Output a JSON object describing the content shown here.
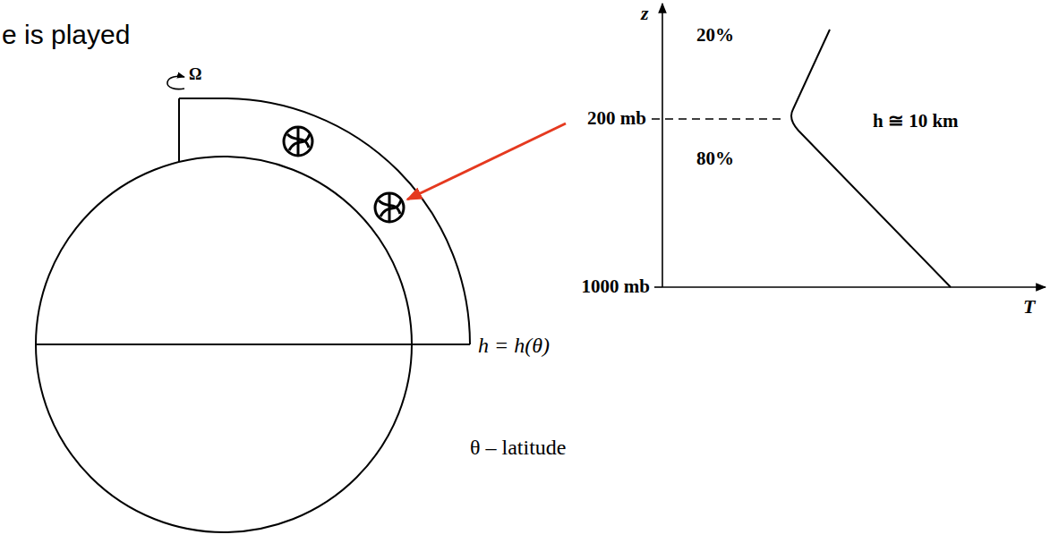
{
  "diagram": {
    "labels": [
      "e is played",
      "Ω",
      "200 mb",
      "20%",
      "h ≅ 10 km",
      "80%",
      "1000 mb",
      "z",
      "T",
      "h = h(θ)",
      "θ – latitude"
    ]
  }
}
